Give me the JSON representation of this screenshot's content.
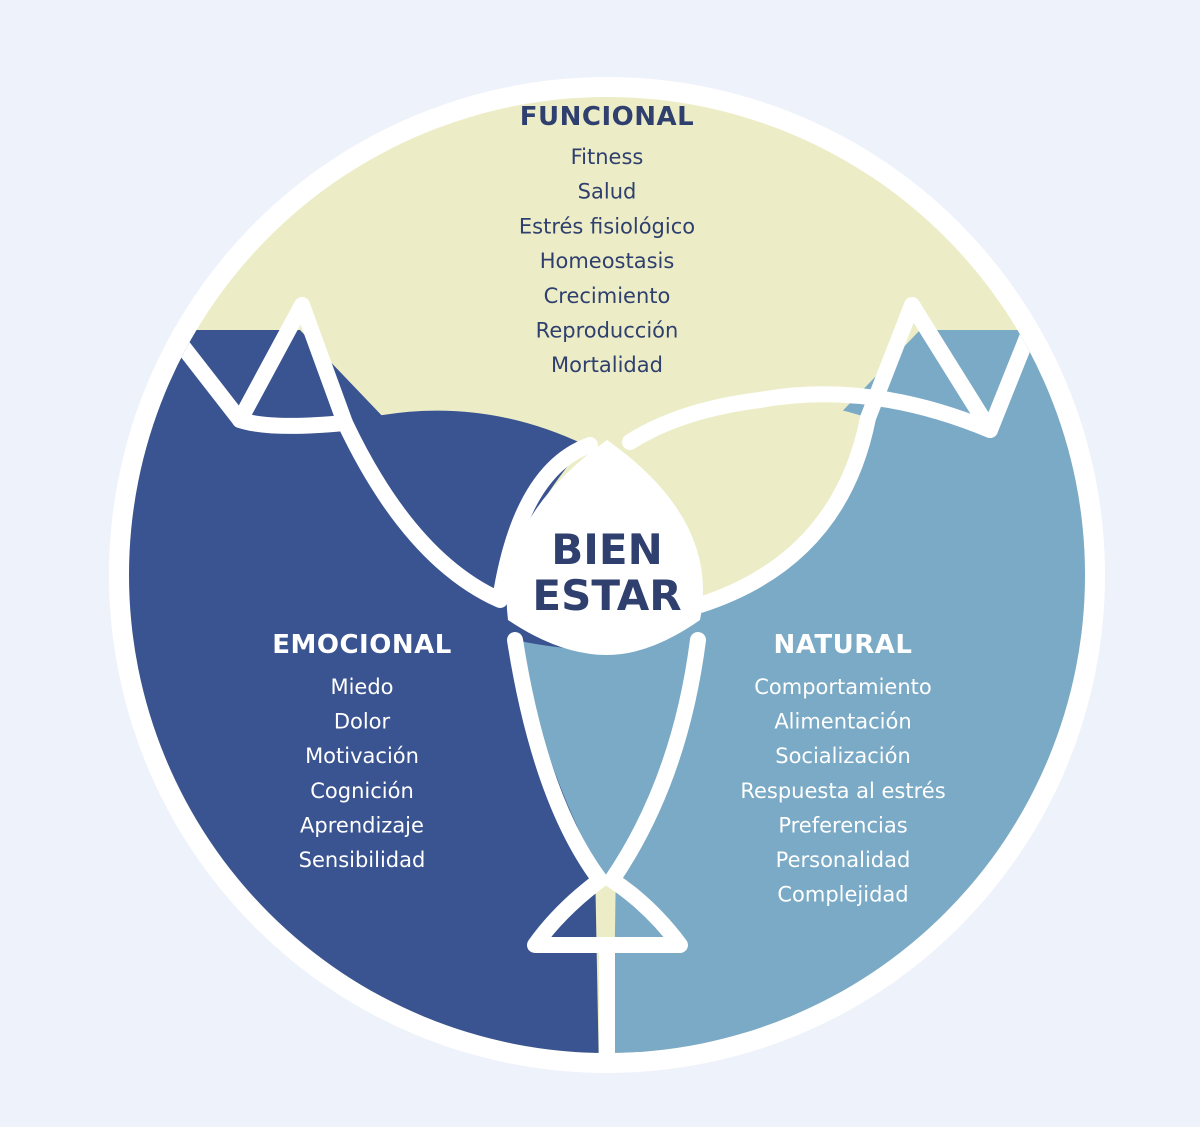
{
  "colors": {
    "background": "#eef2fb",
    "funcional": "#ecedc6",
    "emocional": "#3a5491",
    "natural": "#7aaac6",
    "divider": "#ffffff",
    "dark_text": "#2f3f6e",
    "light_text": "#ffffff"
  },
  "center": {
    "line1": "BIEN",
    "line2": "ESTAR"
  },
  "funcional": {
    "title": "FUNCIONAL",
    "items": [
      "Fitness",
      "Salud",
      "Estrés fisiológico",
      "Homeostasis",
      "Crecimiento",
      "Reproducción",
      "Mortalidad"
    ]
  },
  "emocional": {
    "title": "EMOCIONAL",
    "items": [
      "Miedo",
      "Dolor",
      "Motivación",
      "Cognición",
      "Aprendizaje",
      "Sensibilidad"
    ]
  },
  "natural": {
    "title": "NATURAL",
    "items": [
      "Comportamiento",
      "Alimentación",
      "Socialización",
      "Respuesta al estrés",
      "Preferencias",
      "Personalidad",
      "Complejidad"
    ]
  }
}
